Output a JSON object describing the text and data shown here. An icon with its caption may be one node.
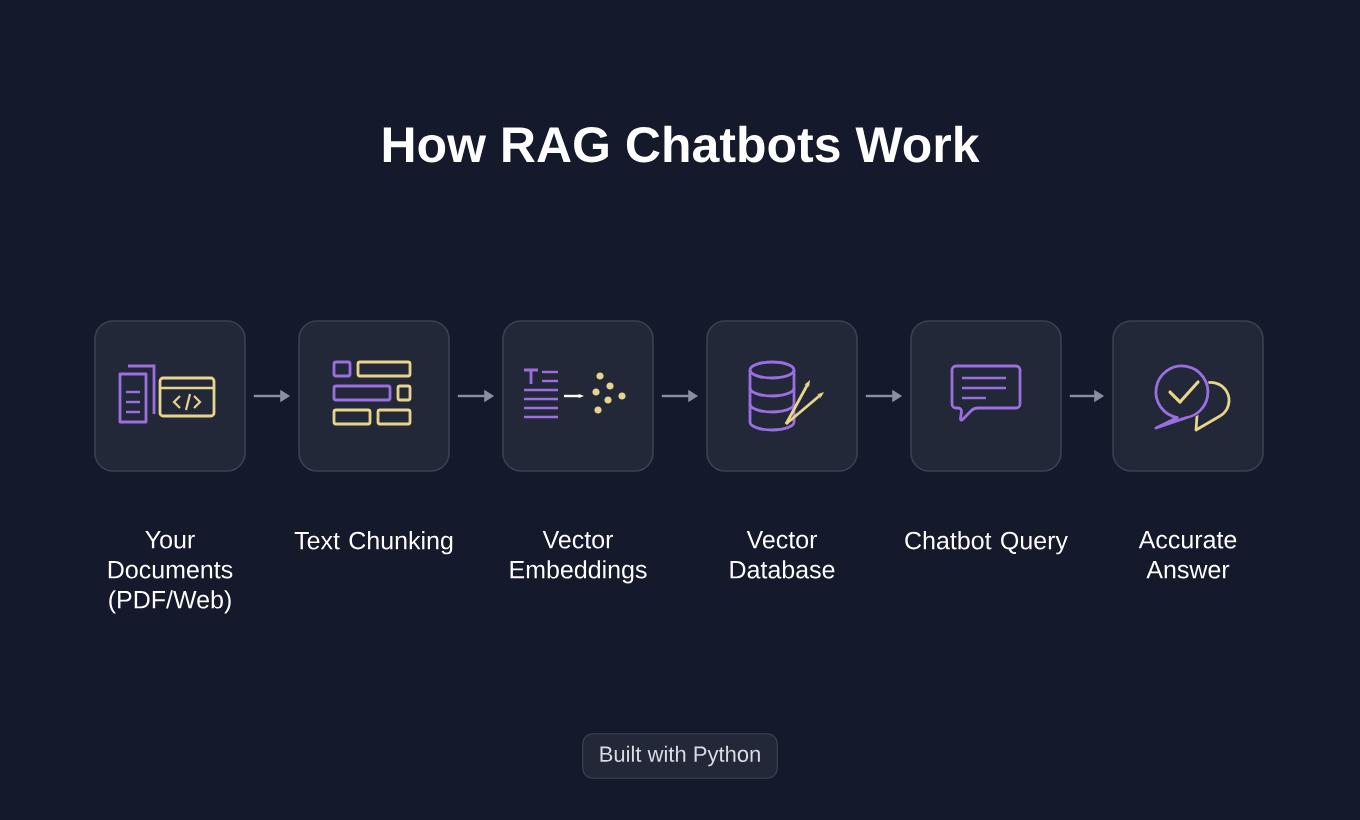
{
  "diagram": {
    "title": "How RAG Chatbots Work",
    "nodes": [
      {
        "text": [
          "Your Documents (PDF/Web)"
        ]
      },
      {
        "text": [
          "Text Chunking"
        ]
      },
      {
        "text": [
          "Vector Embeddings"
        ]
      },
      {
        "text": [
          "Vector Database"
        ]
      },
      {
        "text": [
          "Chatbot Query"
        ]
      },
      {
        "text": [
          "Accurate Answer"
        ]
      },
      {
        "text": [
          "Built with Python"
        ]
      }
    ],
    "edges": [
      {
        "from": 0,
        "to": 1,
        "arrow": "to"
      },
      {
        "from": 1,
        "to": 2,
        "arrow": "to"
      },
      {
        "from": 2,
        "to": 3,
        "arrow": "to"
      },
      {
        "from": 3,
        "to": 4,
        "arrow": "to"
      },
      {
        "from": 4,
        "to": 5,
        "arrow": "to"
      }
    ]
  }
}
